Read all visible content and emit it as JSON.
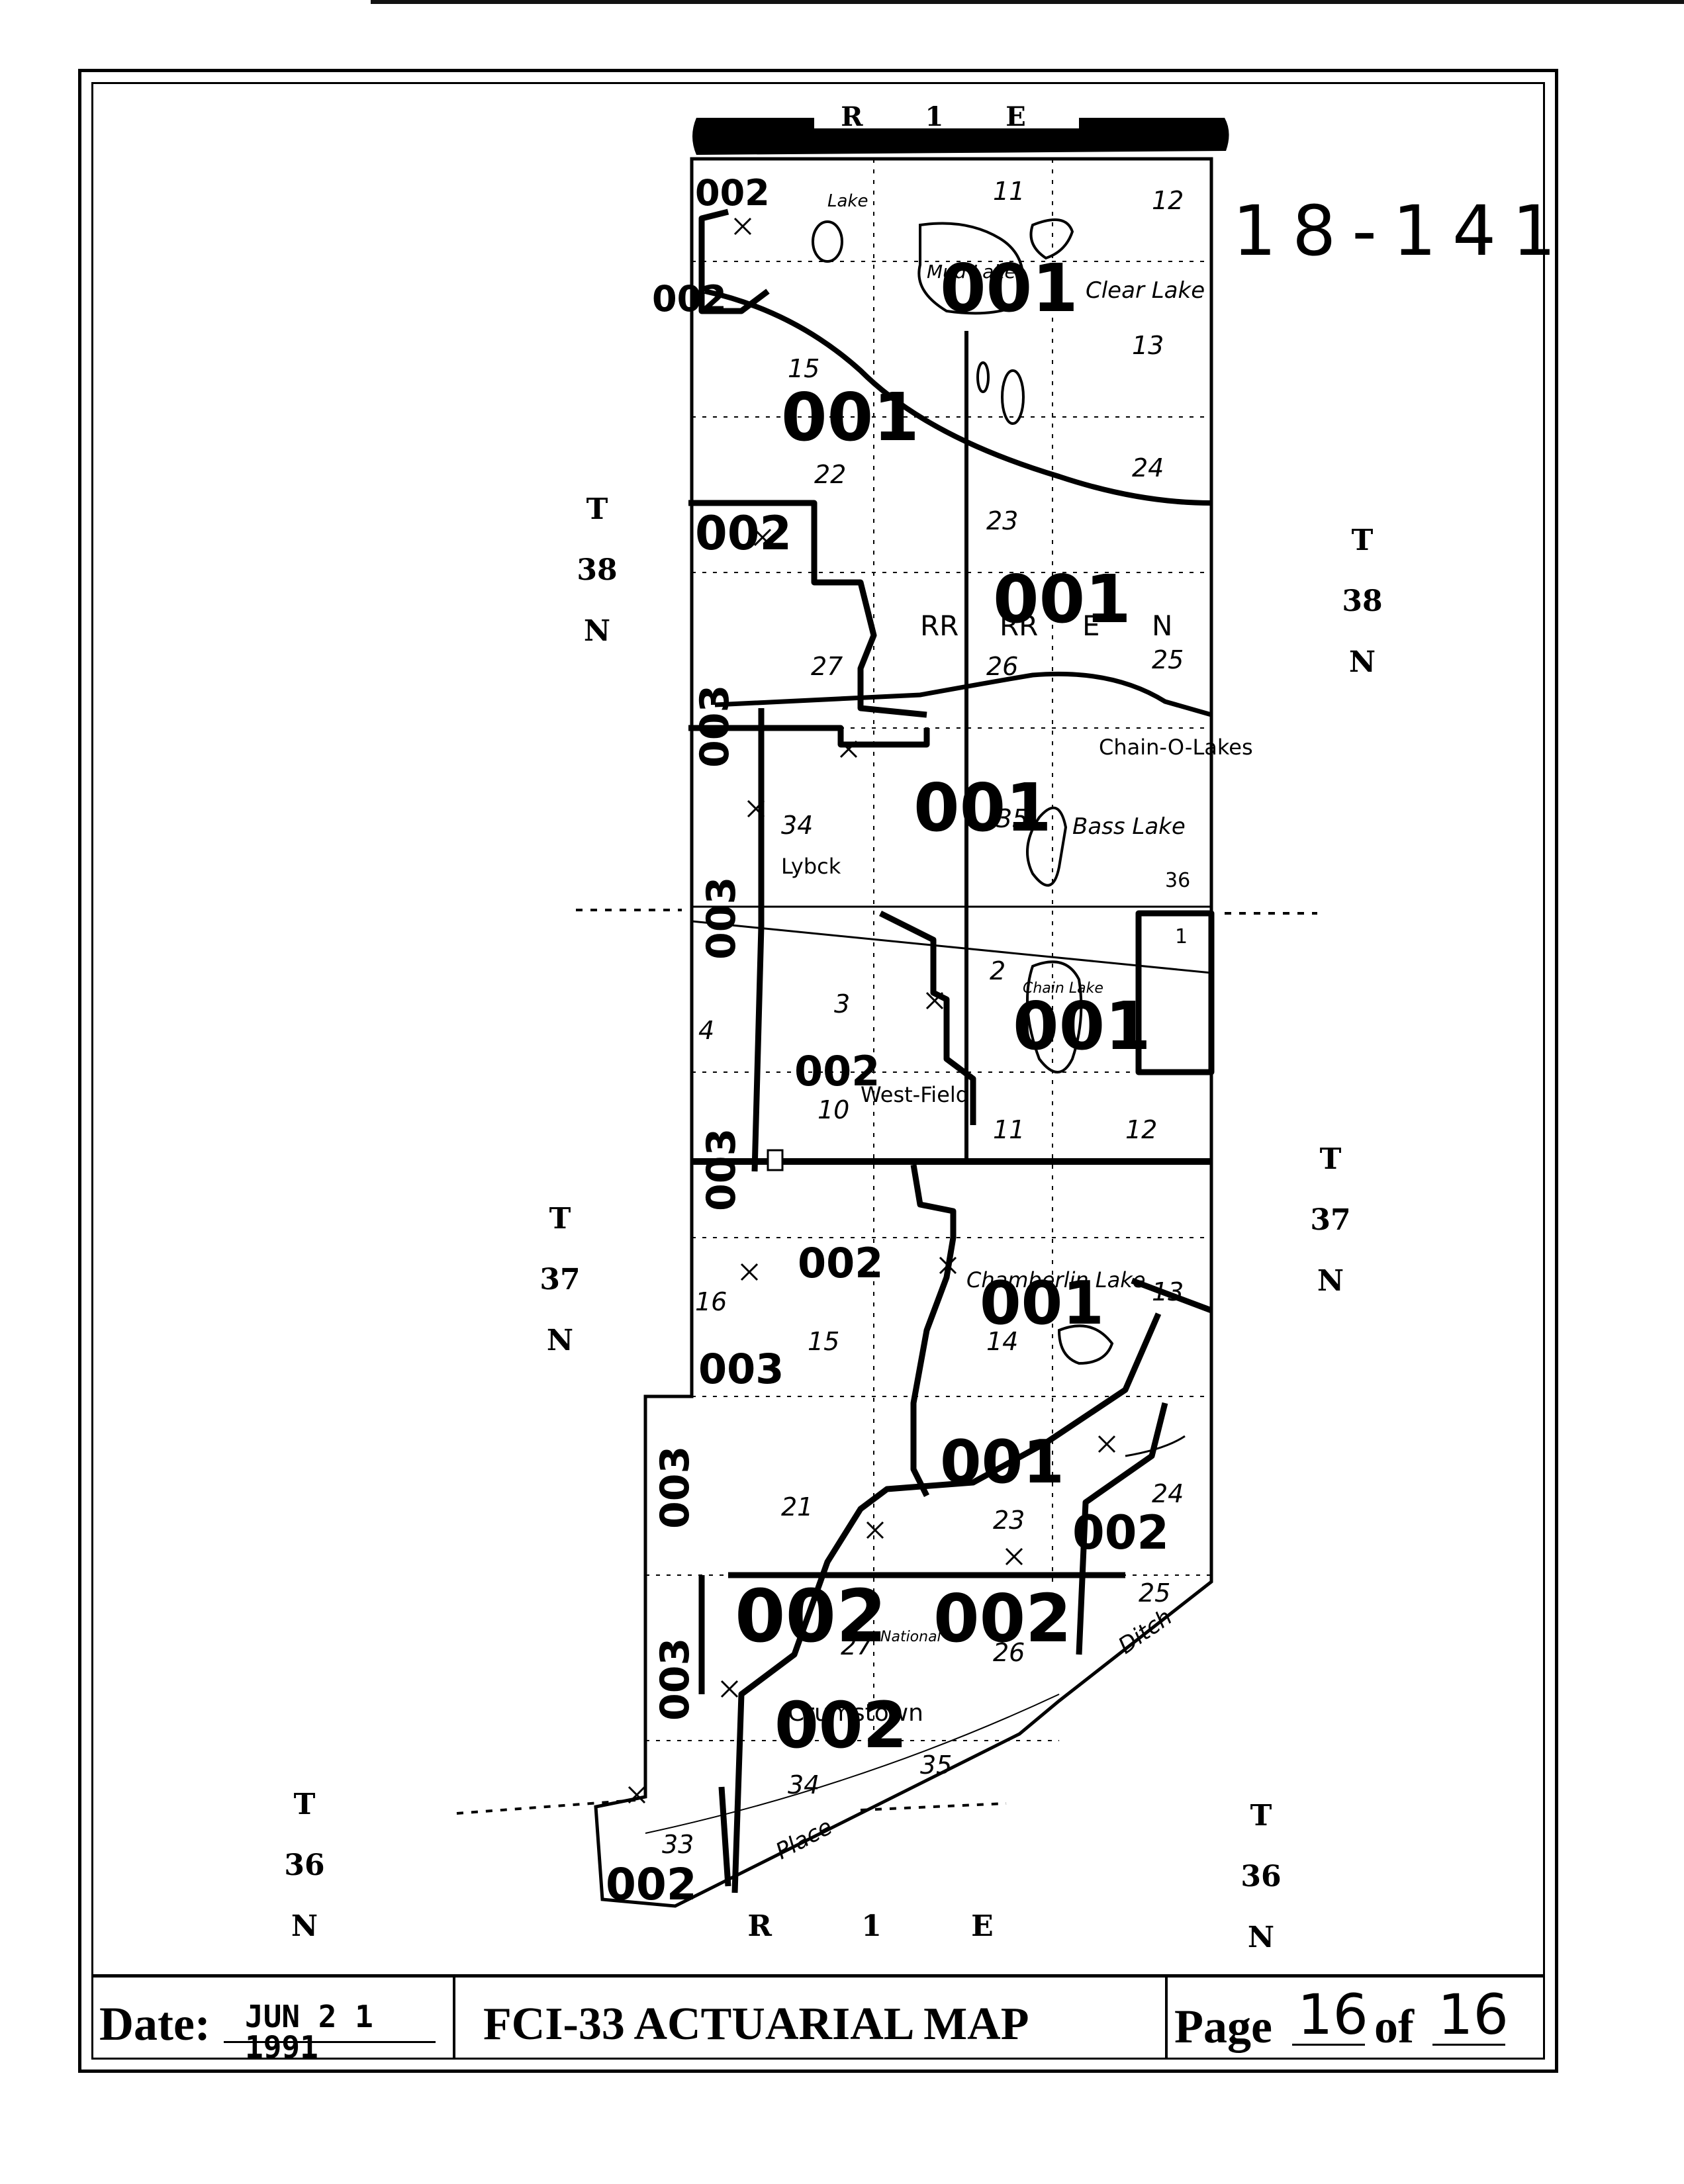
{
  "sheet_id": "18-141",
  "range_top": "R 1 E",
  "range_bottom": "R 1 E",
  "township_labels": [
    {
      "t": "T",
      "num": "38",
      "n": "N"
    },
    {
      "t": "T",
      "num": "38",
      "n": "N"
    },
    {
      "t": "T",
      "num": "37",
      "n": "N"
    },
    {
      "t": "T",
      "num": "37",
      "n": "N"
    },
    {
      "t": "T",
      "num": "36",
      "n": "N"
    },
    {
      "t": "T",
      "num": "36",
      "n": "N"
    }
  ],
  "zone_codes": [
    "002",
    "002",
    "001",
    "001",
    "002",
    "001",
    "001",
    "003",
    "003",
    "001",
    "002",
    "003",
    "002",
    "001",
    "001",
    "003",
    "003",
    "002",
    "002",
    "002",
    "003",
    "002",
    "002"
  ],
  "sections": [
    "11",
    "12",
    "13",
    "15",
    "22",
    "24",
    "23",
    "27",
    "26",
    "25",
    "34",
    "35",
    "36",
    "2",
    "1",
    "3",
    "4",
    "10",
    "11",
    "12",
    "16",
    "14",
    "13",
    "15",
    "21",
    "23",
    "24",
    "25",
    "26",
    "27",
    "34",
    "35",
    "33"
  ],
  "places": [
    "Lake",
    "Mud Lake",
    "Clear Lake",
    "Chain-O-Lakes",
    "Bass Lake",
    "Lybck",
    "Chain Lake",
    "West-Field",
    "Chamberlin Lake",
    "National",
    "Crumstown",
    "Place",
    "Ditch",
    "RR",
    "RR",
    "E",
    "N"
  ],
  "footer": {
    "date_label": "Date:",
    "date_value": "JUN 2 1 1991",
    "title": "FCI-33 ACTUARIAL MAP",
    "page_label": "Page",
    "page_num": "16",
    "page_of": "of",
    "page_total": "16"
  }
}
